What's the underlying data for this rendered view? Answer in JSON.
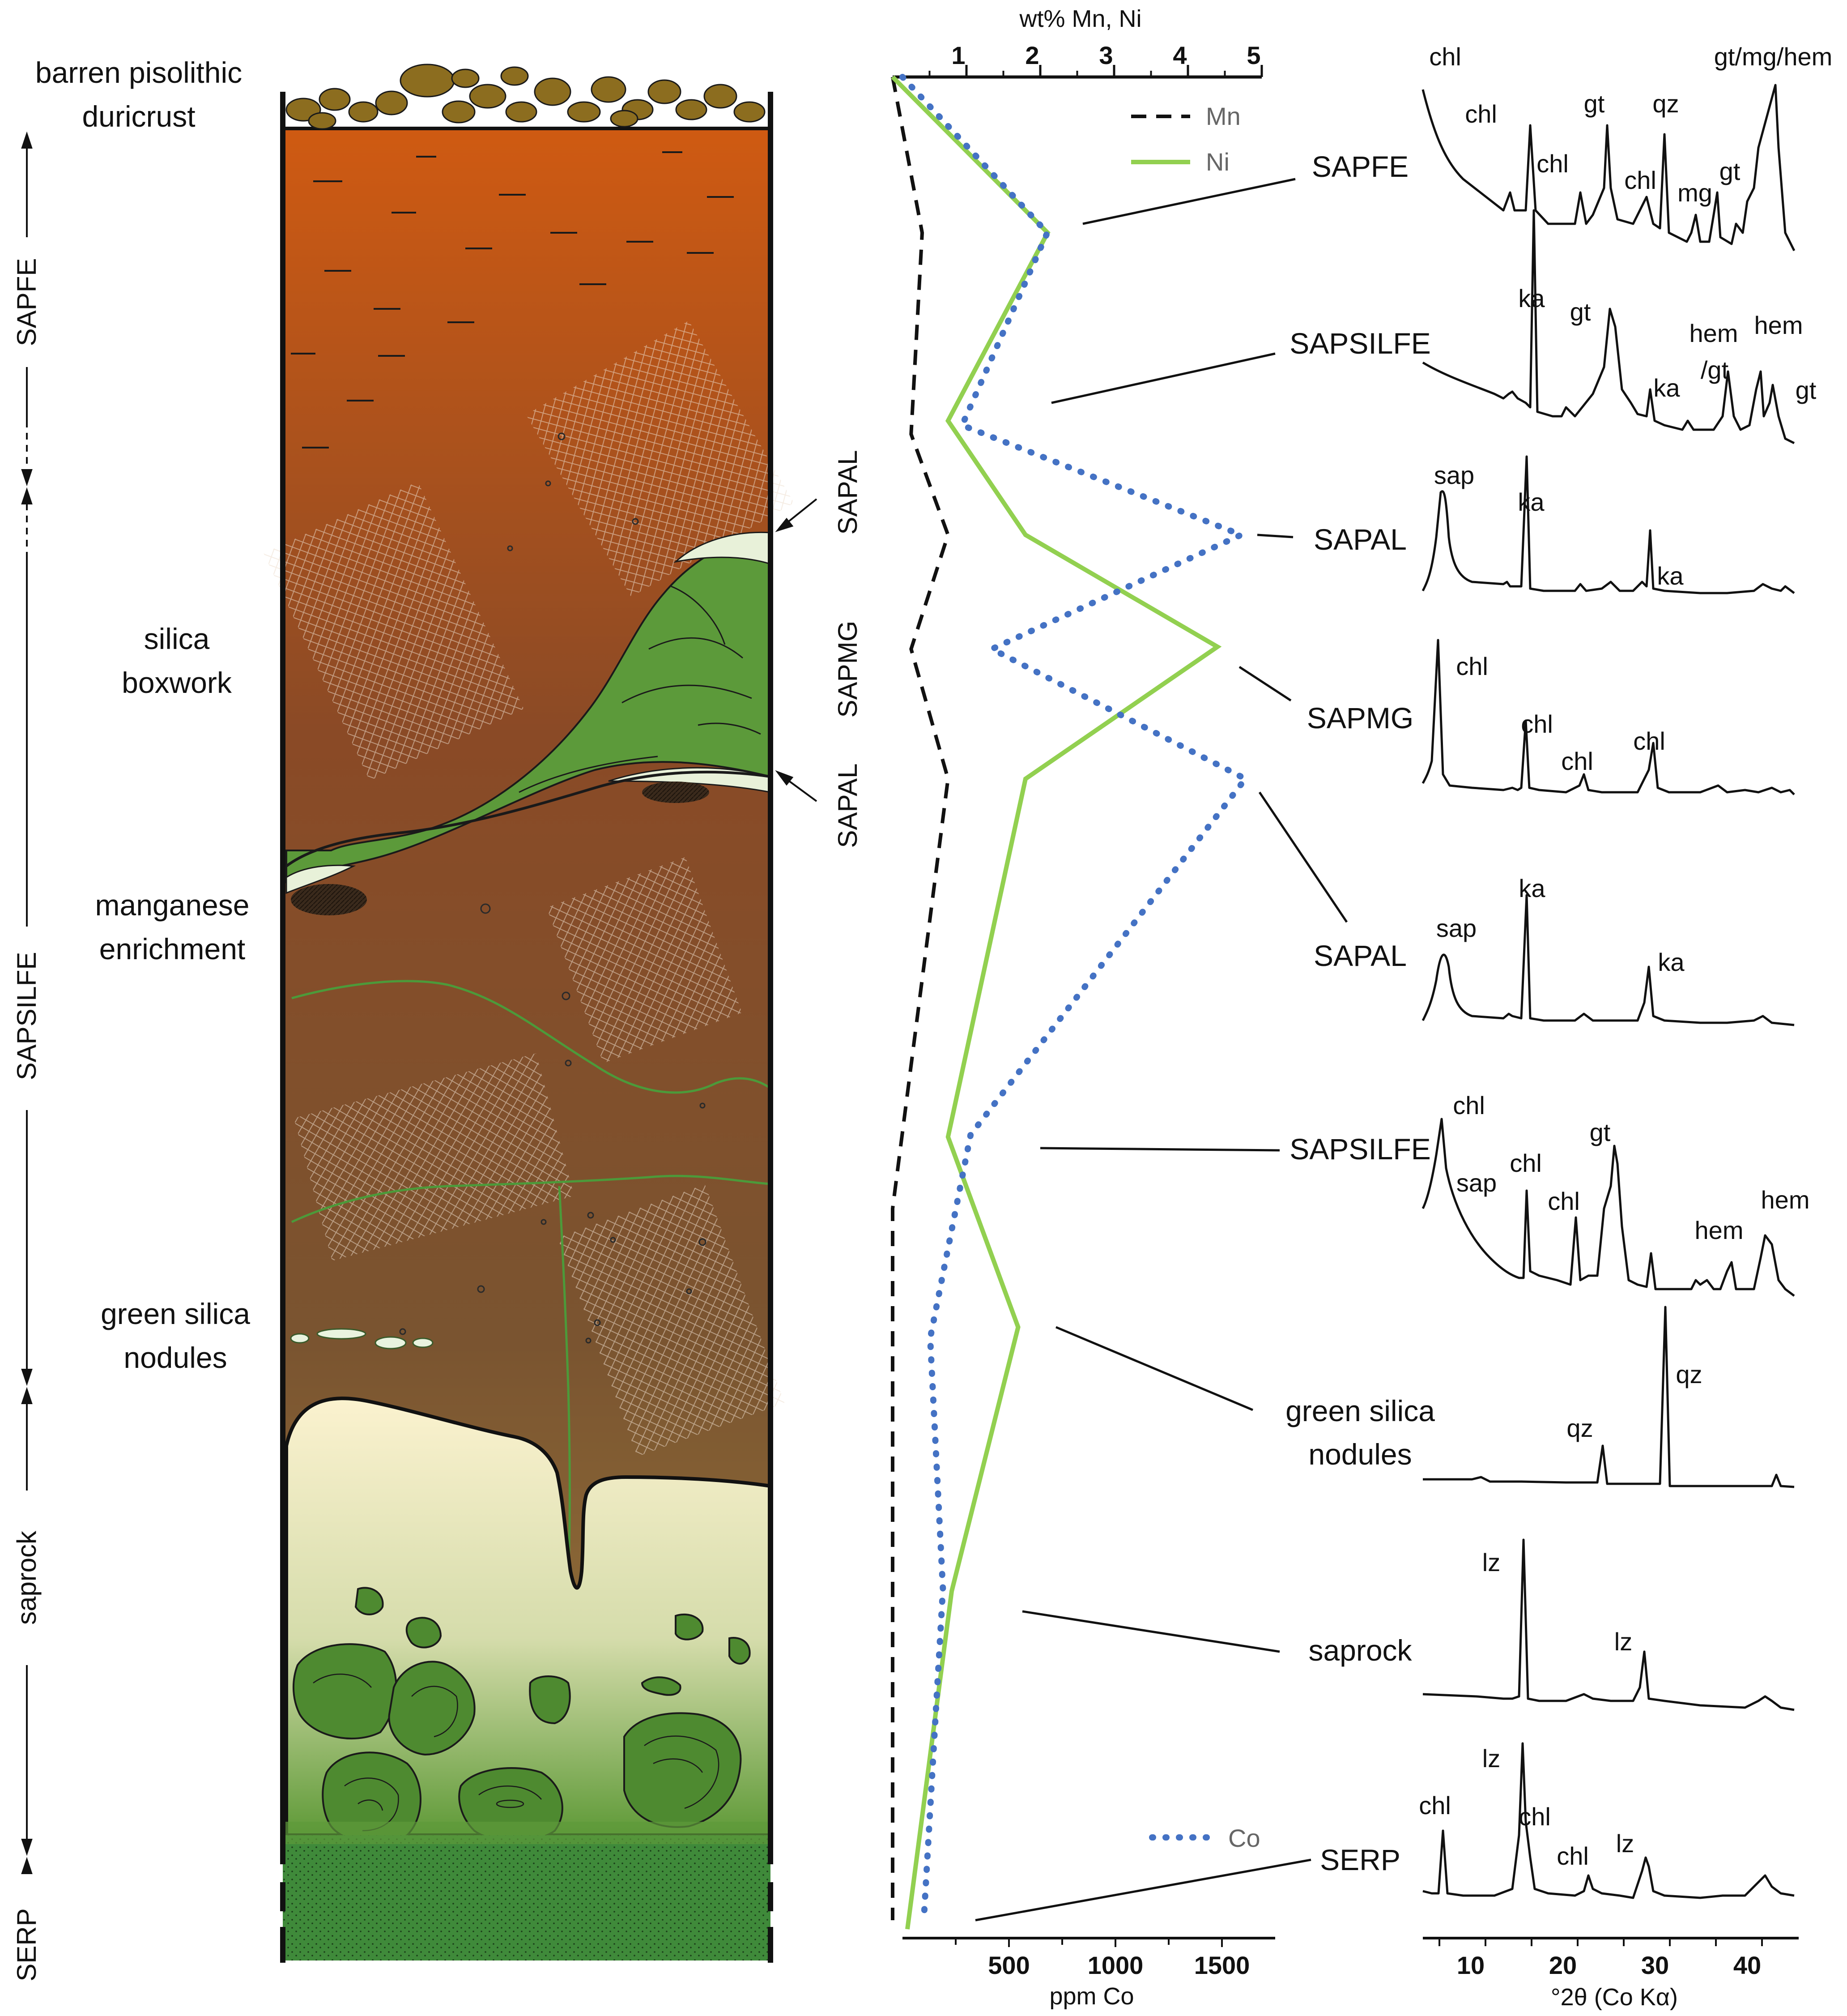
{
  "profile": {
    "top_label": [
      "barren pisolithic",
      "duricrust"
    ],
    "side_zones": [
      "SAPFE",
      "SAPSILFE",
      "saprock",
      "SERP"
    ],
    "features": {
      "silica_boxwork": [
        "silica",
        "boxwork"
      ],
      "manganese_enrichment": [
        "manganese",
        "enrichment"
      ],
      "green_silica_nodules": [
        "green silica",
        "nodules"
      ]
    },
    "vein_labels": [
      "SAPAL",
      "SAPMG",
      "SAPAL"
    ]
  },
  "chart_data": {
    "type": "line",
    "xlabel_top": "wt% Mn, Ni",
    "xlabel_bottom": "ppm Co",
    "top_ticks": [
      "1",
      "2",
      "3",
      "4",
      "5"
    ],
    "bottom_ticks": [
      "500",
      "1000",
      "1500"
    ],
    "xlim_top": [
      0,
      5
    ],
    "xlim_bottom": [
      0,
      1750
    ],
    "series": [
      {
        "name": "Mn",
        "style": "dashed",
        "color": "#111111",
        "values": [
          0,
          0.4,
          0.25,
          0.75,
          0.25,
          0.75,
          0,
          0,
          0
        ]
      },
      {
        "name": "Ni",
        "style": "solid",
        "color": "#92d050",
        "values": [
          0,
          2.1,
          0.75,
          1.8,
          4.4,
          1.8,
          0.75,
          1.7,
          0.8,
          0.2
        ]
      },
      {
        "name": "Co",
        "style": "dotted",
        "color": "#4472c4",
        "values": [
          0,
          680,
          280,
          1590,
          420,
          1610,
          320,
          130,
          190,
          100
        ]
      }
    ],
    "sample_labels": [
      "SAPFE",
      "SAPSILFE",
      "SAPAL",
      "SAPMG",
      "SAPAL",
      "SAPSILFE",
      [
        "green silica",
        "nodules"
      ],
      "saprock",
      "SERP"
    ]
  },
  "xrd": {
    "xlabel": "°2θ (Co Kα)",
    "ticks": [
      "10",
      "20",
      "30",
      "40"
    ],
    "patterns": [
      {
        "peaks": [
          "chl",
          "chl",
          "chl",
          "gt",
          "chl",
          "mg",
          "qz",
          "gt",
          "gt/mg/hem"
        ]
      },
      {
        "peaks": [
          "ka",
          "gt",
          "ka",
          "hem",
          "/gt",
          "hem",
          "gt"
        ]
      },
      {
        "peaks": [
          "sap",
          "ka",
          "ka"
        ]
      },
      {
        "peaks": [
          "chl",
          "chl",
          "chl",
          "chl"
        ]
      },
      {
        "peaks": [
          "sap",
          "ka",
          "ka"
        ]
      },
      {
        "peaks": [
          "chl",
          "sap",
          "chl",
          "chl",
          "gt",
          "hem",
          "hem"
        ]
      },
      {
        "peaks": [
          "qz",
          "qz"
        ]
      },
      {
        "peaks": [
          "lz",
          "lz"
        ]
      },
      {
        "peaks": [
          "chl",
          "lz",
          "chl",
          "chl",
          "lz"
        ]
      }
    ]
  }
}
